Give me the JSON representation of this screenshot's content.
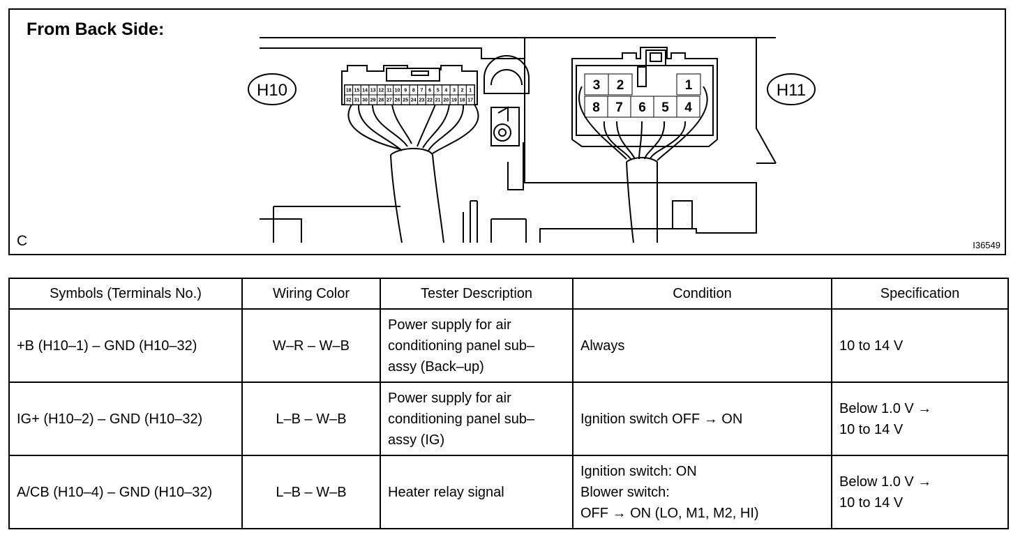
{
  "figure": {
    "title": "From Back Side:",
    "connector_h10": "H10",
    "connector_h11": "H11",
    "corner_label": "C",
    "figure_code": "I36549",
    "h10_pins_top": [
      "18",
      "15",
      "14",
      "13",
      "12",
      "11",
      "10",
      "9",
      "8",
      "7",
      "6",
      "5",
      "4",
      "3",
      "2",
      "1"
    ],
    "h10_pins_bottom": [
      "32",
      "31",
      "30",
      "29",
      "28",
      "27",
      "26",
      "25",
      "24",
      "23",
      "22",
      "21",
      "20",
      "19",
      "18",
      "17"
    ],
    "h11_pins": [
      "3",
      "2",
      "1",
      "8",
      "7",
      "6",
      "5",
      "4"
    ]
  },
  "table": {
    "headers": [
      "Symbols (Terminals No.)",
      "Wiring Color",
      "Tester Description",
      "Condition",
      "Specification"
    ],
    "rows": [
      {
        "symbol": "+B (H10–1) – GND (H10–32)",
        "wiring": "W–R – W–B",
        "description": [
          "Power supply for air",
          "conditioning panel sub–",
          "assy (Back–up)"
        ],
        "condition": [
          "Always"
        ],
        "spec": [
          "10 to 14 V"
        ]
      },
      {
        "symbol": "IG+ (H10–2) – GND (H10–32)",
        "wiring": "L–B – W–B",
        "description": [
          "Power supply for air",
          "conditioning panel sub–",
          "assy (IG)"
        ],
        "condition": [
          "Ignition switch OFF → ON"
        ],
        "spec": [
          "Below 1.0 V →",
          "10 to 14 V"
        ]
      },
      {
        "symbol": "A/CB (H10–4) – GND (H10–32)",
        "wiring": "L–B – W–B",
        "description": [
          "Heater relay signal"
        ],
        "condition": [
          "Ignition switch: ON",
          "Blower switch:",
          "OFF → ON (LO, M1, M2, HI)"
        ],
        "spec": [
          "Below 1.0 V →",
          "10 to 14 V"
        ]
      }
    ]
  }
}
